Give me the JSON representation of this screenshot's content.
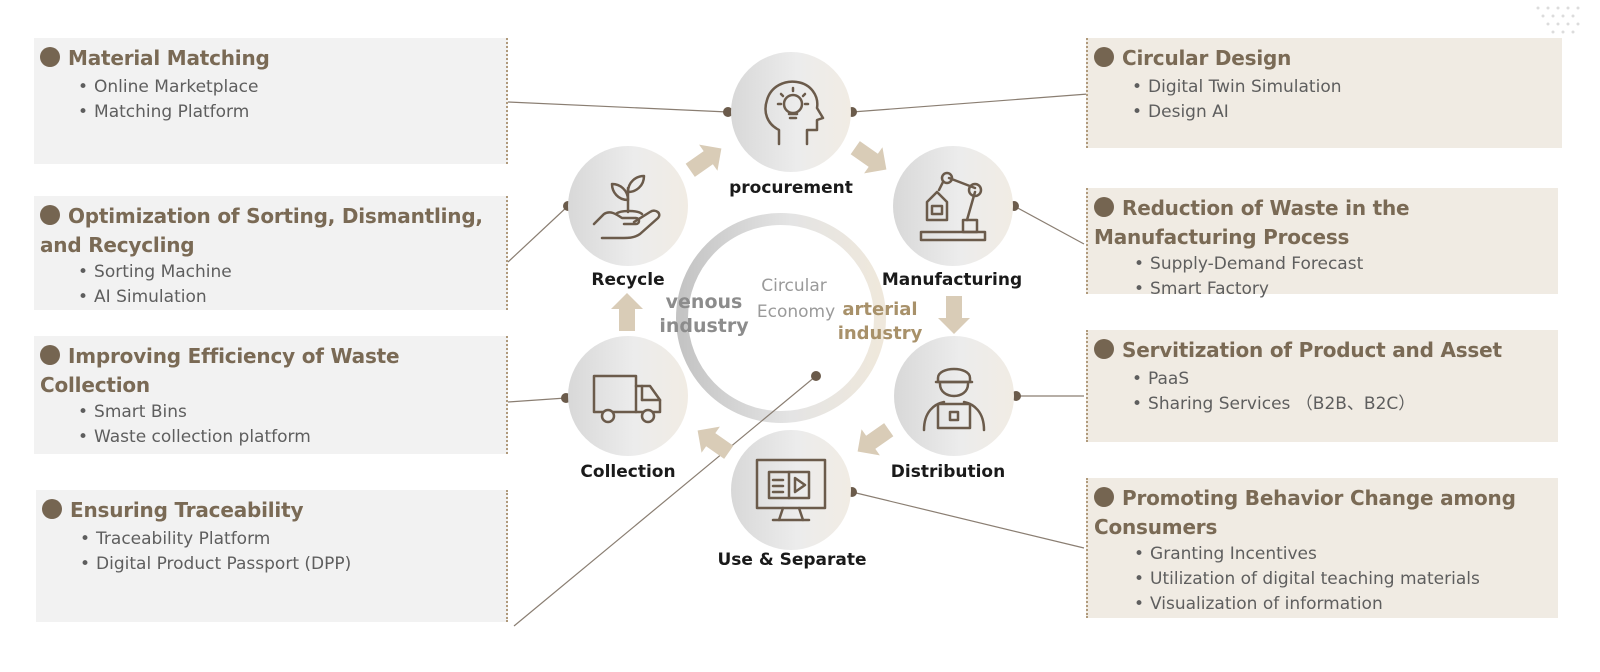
{
  "left_boxes": [
    {
      "title": "Material Matching",
      "items": [
        "Online Marketplace",
        "Matching Platform"
      ]
    },
    {
      "title": "Optimization of Sorting, Dismantling, and Recycling",
      "items": [
        "Sorting Machine",
        "AI Simulation"
      ]
    },
    {
      "title": "Improving Efficiency of Waste Collection",
      "items": [
        "Smart Bins",
        "Waste collection platform"
      ]
    },
    {
      "title": "Ensuring Traceability",
      "items": [
        "Traceability Platform",
        "Digital Product Passport (DPP)"
      ]
    }
  ],
  "right_boxes": [
    {
      "title": "Circular Design",
      "items": [
        "Digital Twin Simulation",
        "Design AI"
      ]
    },
    {
      "title": "Reduction of Waste in the Manufacturing Process",
      "items": [
        "Supply-Demand Forecast",
        "Smart Factory"
      ]
    },
    {
      "title": "Servitization of Product and Asset",
      "items": [
        "PaaS",
        "Sharing Services （B2B、B2C）"
      ]
    },
    {
      "title": "Promoting Behavior Change among Consumers",
      "items": [
        "Granting Incentives",
        "Utilization of digital teaching materials",
        "Visualization of information"
      ]
    }
  ],
  "cycle": {
    "nodes": [
      {
        "label": "procurement",
        "icon": "idea-head-icon"
      },
      {
        "label": "Manufacturing",
        "icon": "robot-arm-icon"
      },
      {
        "label": "Distribution",
        "icon": "worker-laptop-icon"
      },
      {
        "label": "Use & Separate",
        "icon": "monitor-book-icon"
      },
      {
        "label": "Collection",
        "icon": "truck-icon"
      },
      {
        "label": "Recycle",
        "icon": "hand-plant-icon"
      }
    ],
    "center_line1": "Circular",
    "center_line2": "Economy",
    "venous_line1": "venous",
    "venous_line2": "industry",
    "arterial_line1": "arterial",
    "arterial_line2": "industry"
  },
  "colors": {
    "accent_brown": "#756551",
    "arrow_tan": "#d9ccb7",
    "venous_gray": "#8c8c8c",
    "arterial_gold": "#a8916a",
    "left_box_bg": "#f2f2f2",
    "right_box_bg": "#f0ebe3"
  }
}
